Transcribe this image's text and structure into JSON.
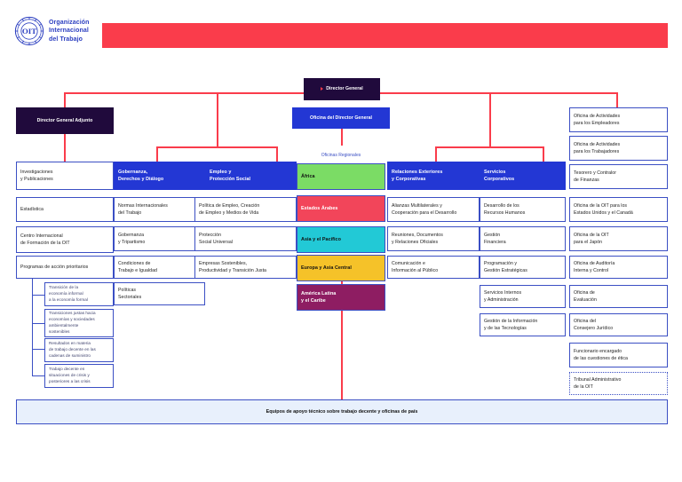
{
  "header": {
    "org_line1": "Organización",
    "org_line2": "Internacional",
    "org_line3": "del Trabajo",
    "logo_icon": "ilo-emblem-icon",
    "bar_color": "#fa3c4b"
  },
  "top": {
    "director_general": "Director General",
    "deputy_director_general": "Director General Adjunto",
    "office_director_general": "Oficina del Director General",
    "regional_offices_label": "Oficinas Regionales"
  },
  "columns": {
    "research": {
      "items": [
        "Investigaciones\ny Publicaciones",
        "Estadística",
        "Centro Internacional\nde Formación de la OIT",
        "Programas de acción prioritarios"
      ],
      "subitems": [
        "Transición de la\neconomía informal\na la economía formal",
        "Transiciones justas hacia\neconomías y sociedades\nambientalmente\nsostenibles",
        "Resultados en materia\nde trabajo decente en las\ncadenas de suministro",
        "Trabajo decente en\nsituaciones de crisis y\nposteriores a las crisis"
      ]
    },
    "governance": {
      "head": "Gobernanza,\nDerechos y Diálogo",
      "items": [
        "Normas Internacionales\ndel Trabajo",
        "Gobernanza\ny Tripartismo",
        "Condiciones de\nTrabajo e Igualdad",
        "Políticas\nSectoriales"
      ]
    },
    "employment": {
      "head": "Empleo y\nProtección Social",
      "items": [
        "Política de Empleo, Creación\nde Empleo y Medios de Vida",
        "Protección\nSocial Universal",
        "Empresas Sostenibles,\nProductividad y Transición Justa"
      ]
    },
    "regions": {
      "items": [
        {
          "label": "África",
          "color": "#7bdc65",
          "text_color": "#111111"
        },
        {
          "label": "Estados Árabes",
          "color": "#f2455a",
          "text_color": "#ffffff"
        },
        {
          "label": "Asia y el Pacífico",
          "color": "#22c9d6",
          "text_color": "#111111"
        },
        {
          "label": "Europa y Asia Central",
          "color": "#f5c229",
          "text_color": "#111111"
        },
        {
          "label": "América Latina\ny el Caribe",
          "color": "#8e1d62",
          "text_color": "#ffffff"
        }
      ]
    },
    "external": {
      "head": "Relaciones Exteriores\ny Corporativas",
      "items": [
        "Alianzas Multilaterales y\nCooperación para el Desarrollo",
        "Reuniones, Documentos\ny Relaciones Oficiales",
        "Comunicación e\nInformación al Público"
      ]
    },
    "corporate": {
      "head": "Servicios\nCorporativos",
      "items": [
        "Desarrollo de los\nRecursos Humanos",
        "Gestión\nFinanciera",
        "Programación y\nGestión Estratégicas",
        "Servicios Internos\ny Administración",
        "Gestión de la Información\ny de las Tecnologías"
      ]
    },
    "right": {
      "top_items": [
        "Oficina de Actividades\npara los Empleadores",
        "Oficina de Actividades\npara los Trabajadores"
      ],
      "items": [
        "Tesorero y Contralor\nde Finanzas",
        "Oficina de la OIT para los\nEstados Unidos y el Canadá",
        "Oficina de la OIT\npara el Japón",
        "Oficina de Auditoría\nInterna y Control",
        "Oficina de\nEvaluación",
        "Oficina del\nConsejero Jurídico",
        "Funcionario encargado\nde las cuestiones de ética"
      ],
      "dotted_item": "Tribunal Administrativo\nde la OIT"
    }
  },
  "footer": {
    "label": "Equipos de apoyo técnico sobre trabajo decente y oficinas de país"
  }
}
